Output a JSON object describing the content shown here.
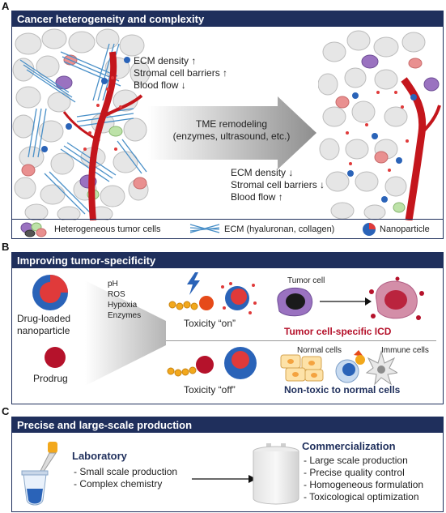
{
  "panel_a": {
    "letter": "A",
    "title": "Cancer heterogeneity and complexity",
    "top_text": [
      "ECM density ↑",
      "Stromal cell barriers ↑",
      "Blood flow ↓"
    ],
    "arrow_text_1": "TME remodeling",
    "arrow_text_2": "(enzymes, ultrasound, etc.)",
    "bottom_text": [
      "ECM density ↓",
      "Stromal cell barriers ↓",
      "Blood flow ↑"
    ],
    "legend": {
      "tumor_cells": "Heterogeneous tumor cells",
      "ecm": "ECM (hyaluronan, collagen)",
      "nanoparticle": "Nanoparticle"
    }
  },
  "panel_b": {
    "letter": "B",
    "title": "Improving tumor-specificity",
    "np_label_1": "Drug-loaded",
    "np_label_2": "nanoparticle",
    "prodrug_label": "Prodrug",
    "stimuli": [
      "pH",
      "ROS",
      "Hypoxia",
      "Enzymes"
    ],
    "toxicity_on": "Toxicity “on”",
    "toxicity_off": "Toxicity “off”",
    "tumor_cell_label": "Tumor cell",
    "icd_label": "Tumor cell-specific ICD",
    "normal_cells_label": "Normal cells",
    "immune_cells_label": "Immune cells",
    "nontoxic_label": "Non-toxic to normal cells"
  },
  "panel_c": {
    "letter": "C",
    "title": "Precise and large-scale production",
    "lab_title": "Laboratory",
    "lab_items": [
      "Small scale production",
      "Complex chemistry"
    ],
    "com_title": "Commercialization",
    "com_items": [
      "Large scale production",
      "Precise quality control",
      "Homogeneous formulation",
      "Toxicological optimization"
    ]
  },
  "colors": {
    "navy": "#1f2f5c",
    "red": "#b5122b",
    "vessel": "#c4161c",
    "ecm": "#4a90c8",
    "np_blue": "#2a63b8",
    "np_red": "#e03a3a"
  }
}
